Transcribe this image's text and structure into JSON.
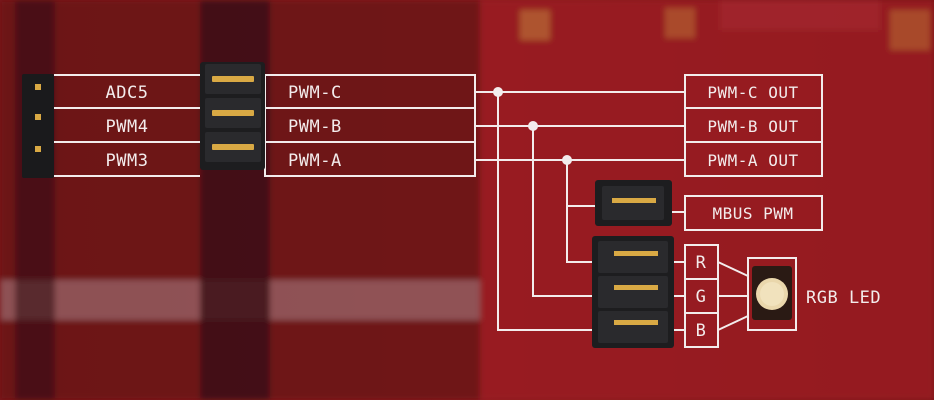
{
  "header_labels": [
    "ADC5",
    "PWM4",
    "PWM3"
  ],
  "signal_labels": [
    "PWM-C",
    "PWM-B",
    "PWM-A"
  ],
  "outputs": [
    "PWM-C OUT",
    "PWM-B OUT",
    "PWM-A OUT"
  ],
  "mbus_label": "MBUS PWM",
  "rgb_channels": [
    "R",
    "G",
    "B"
  ],
  "rgb_led_label": "RGB LED",
  "colors": {
    "pcb": "#8e1a1f",
    "pcb_dark": "#6e1216",
    "silkscreen": "#f3ecec",
    "jumper": "#1d1d1f",
    "gold": "#d9a944"
  }
}
